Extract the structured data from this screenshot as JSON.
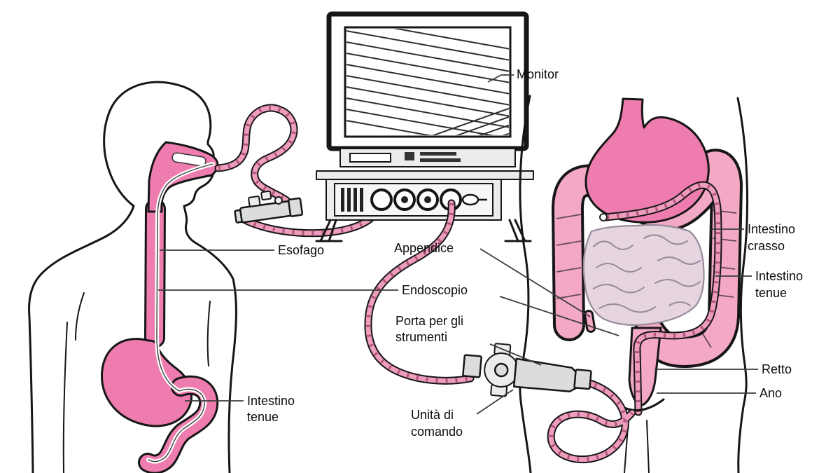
{
  "illustration_language": "Italian",
  "labels": {
    "monitor": {
      "text": "Monitor"
    },
    "esophagus": {
      "text": "Esofago"
    },
    "appendix": {
      "text": "Appendice"
    },
    "endoscope": {
      "text": "Endoscopio"
    },
    "instrument_port": {
      "line1": "Porta per gli",
      "line2": "strumenti"
    },
    "control_unit": {
      "line1": "Unità di",
      "line2": "comando"
    },
    "small_intestine_left": {
      "line1": "Intestino",
      "line2": "tenue"
    },
    "large_intestine": {
      "line1": "Intestino",
      "line2": "crasso"
    },
    "small_intestine_right": {
      "line1": "Intestino",
      "line2": "tenue"
    },
    "rectum": {
      "text": "Retto"
    },
    "anus": {
      "text": "Ano"
    }
  },
  "colors": {
    "ink": "#161616",
    "leader": "#3c3c3c",
    "label_ink": "#0d0d0d",
    "deep_pink": "#ee7cae",
    "colon_pink": "#f3a8c6",
    "pale_intestine": "#e6d5df",
    "intestine_line": "#978a9c",
    "scope_pink": "#ef9dbd",
    "scope_dash": "#b2557f",
    "equip_fill": "#dcdcdc",
    "equip_light": "#ececec",
    "panel_fill": "#f7f7f7"
  }
}
